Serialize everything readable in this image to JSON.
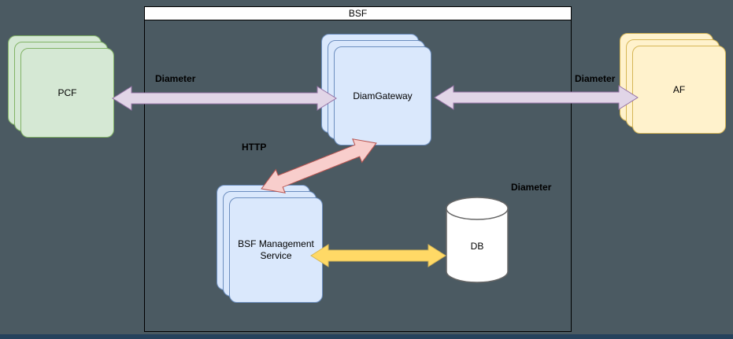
{
  "diagram": {
    "background": "#4b5a62",
    "container": {
      "title": "BSF"
    },
    "nodes": {
      "pcf": {
        "label": "PCF",
        "fill": "#d5e8d4",
        "stroke": "#82b366"
      },
      "af": {
        "label": "AF",
        "fill": "#fff2cc",
        "stroke": "#d6b656"
      },
      "diam_gateway": {
        "label": "DiamGateway",
        "fill": "#dae8fc",
        "stroke": "#6c8ebf"
      },
      "bsf_mgmt": {
        "label": "BSF Management Service",
        "fill": "#dae8fc",
        "stroke": "#6c8ebf"
      },
      "db": {
        "label": "DB",
        "fill": "#ffffff",
        "stroke": "#666666"
      }
    },
    "arrows": {
      "pcf_diam": {
        "label": "Diameter",
        "fill": "#e1d5e7",
        "stroke": "#9673a6"
      },
      "af_diam": {
        "label": "Diameter",
        "fill": "#e1d5e7",
        "stroke": "#9673a6"
      },
      "http": {
        "label": "HTTP",
        "fill": "#f8cecc",
        "stroke": "#b85450"
      },
      "db_link": {
        "label": "Diameter",
        "fill": "#ffd966",
        "stroke": "#d6b656"
      }
    }
  }
}
